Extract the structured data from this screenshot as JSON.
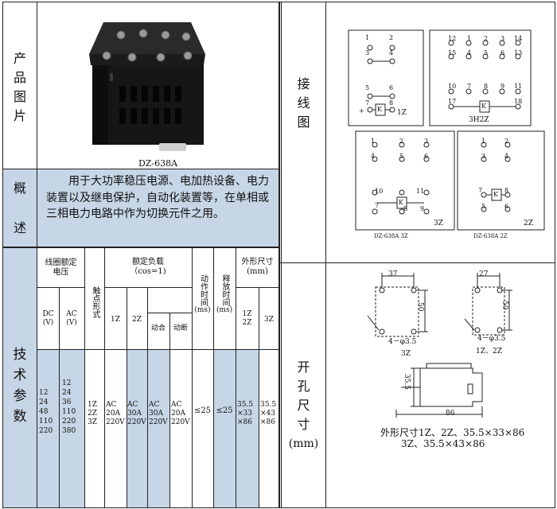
{
  "product": {
    "label_chars": [
      "产",
      "品",
      "图",
      "片"
    ],
    "model": "DZ-638A"
  },
  "overview": {
    "label_chars": [
      "概",
      "述"
    ],
    "text": "用于大功率稳压电源、电加热设备、电力装置以及继电保护，自动化装置等，在单相或三相电力电路中作为切换元件之用。"
  },
  "wiring": {
    "label_chars": [
      "接",
      "线",
      "图"
    ],
    "d1_tag": "1Z",
    "d2_tag": "3H2Z",
    "d3_tag": "3Z",
    "d4_tag": "2Z",
    "caption3": "DZ-638A  3Z",
    "caption4": "DZ-638A  2Z",
    "coil": "K",
    "d1_nums": [
      "1",
      "2",
      "3",
      "4",
      "5",
      "6",
      "7",
      "8"
    ],
    "d2_nums": [
      "12",
      "1",
      "2",
      "3",
      "14",
      "15",
      "4",
      "5",
      "6",
      "13",
      "10",
      "7",
      "8",
      "9",
      "11",
      "17",
      "18"
    ],
    "d3_nums": [
      "1",
      "2",
      "3",
      "4",
      "5",
      "6",
      "10",
      "11",
      "7",
      "8",
      "9"
    ],
    "d4_nums": [
      "1",
      "2",
      "3",
      "4",
      "7",
      "8",
      "5",
      "6"
    ],
    "plus": "+",
    "minus": "-"
  },
  "specs": {
    "label_chars": [
      "技",
      "术",
      "参",
      "数"
    ],
    "headers": {
      "coil_rated_voltage": "线圈额定电压",
      "contact_form": "触点形式",
      "rated_load": "额定负载",
      "rated_load_sub": "（cos=1)",
      "operate_time": "动作时间",
      "operate_unit": "(ms)",
      "release_time": "释放时间",
      "release_unit": "(ms)",
      "dimensions": "外形尺寸",
      "dimensions_unit": "(mm)",
      "dc": "DC",
      "dc_unit": "(V)",
      "ac": "AC",
      "ac_unit": "(V)",
      "load_1z": "1Z",
      "load_2z": "2Z",
      "make": "动合",
      "break": "动断",
      "dim_1z2z": [
        "1Z",
        "2Z"
      ],
      "dim_3z": "3Z"
    },
    "values": {
      "dc": [
        "12",
        "24",
        "48",
        "110",
        "220"
      ],
      "ac": [
        "12",
        "24",
        "36",
        "110",
        "220",
        "380"
      ],
      "contact": [
        "1Z",
        "2Z",
        "3Z"
      ],
      "load_1z": [
        "AC",
        "20A",
        "220V"
      ],
      "load_2z": [
        "AC",
        "30A",
        "220V"
      ],
      "make": [
        "AC",
        "30A",
        "220V"
      ],
      "break": [
        "AC",
        "20A",
        "220V"
      ],
      "operate": "≤25",
      "release": "≤25",
      "dim_1z2z": [
        "35.5",
        "×33",
        "×86"
      ],
      "dim_3z": [
        "35.5",
        "×43",
        "×86"
      ]
    }
  },
  "cutout": {
    "label_chars": [
      "开",
      "孔",
      "尺",
      "寸"
    ],
    "unit": "(mm)",
    "d3z": {
      "w": "37",
      "h": "50",
      "holes": "4－φ3.5",
      "tag": "3Z"
    },
    "d12z": {
      "w": "27",
      "h": "50",
      "holes": "4－φ3.5",
      "tag": "1Z、2Z"
    },
    "side": {
      "h": "35.5",
      "w": "86"
    },
    "note1": "外形尺寸1Z、2Z、35.5×33×86",
    "note2": "3Z、35.5×43×86"
  }
}
